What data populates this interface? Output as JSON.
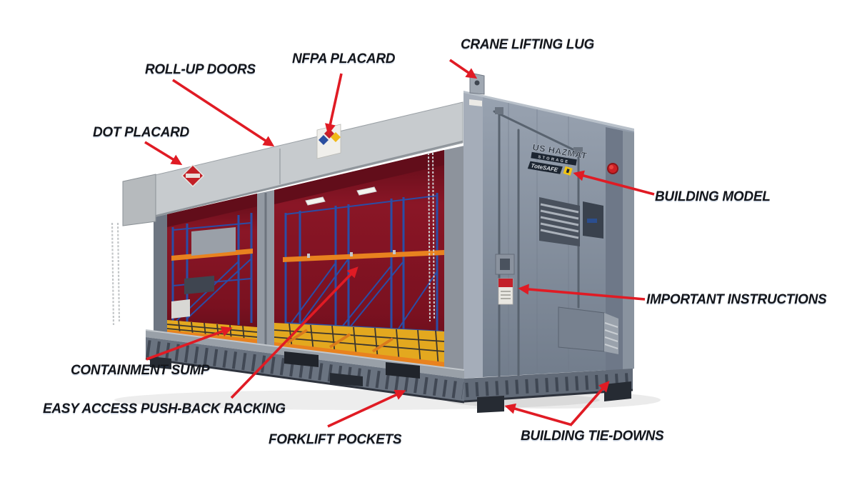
{
  "page": {
    "background": "#ffffff"
  },
  "callouts": {
    "roll_up_doors": "ROLL-UP DOORS",
    "nfpa_placard": "NFPA PLACARD",
    "crane_lifting_lug": "CRANE LIFTING LUG",
    "dot_placard": "DOT PLACARD",
    "building_model": "BUILDING MODEL",
    "important_instructions": "IMPORTANT INSTRUCTIONS",
    "containment_sump": "CONTAINMENT SUMP",
    "easy_access_push_back_racking": "EASY ACCESS PUSH-BACK RACKING",
    "forklift_pockets": "FORKLIFT POCKETS",
    "building_tie_downs": "BUILDING TIE-DOWNS"
  },
  "building": {
    "brand_line1": "US HAZMAT",
    "brand_line2": "STORAGE",
    "model_name": "ToteSAFE"
  },
  "colors": {
    "arrow_red": "#e01b24",
    "label_text": "#14161b",
    "wall_gray": "#7d8798",
    "rail_gray": "#c7cbce",
    "interior_red": "#7c1220",
    "rack_blue": "#2a4da6",
    "beam_orange": "#e8821f",
    "floor_yellow": "#e3a81f"
  }
}
